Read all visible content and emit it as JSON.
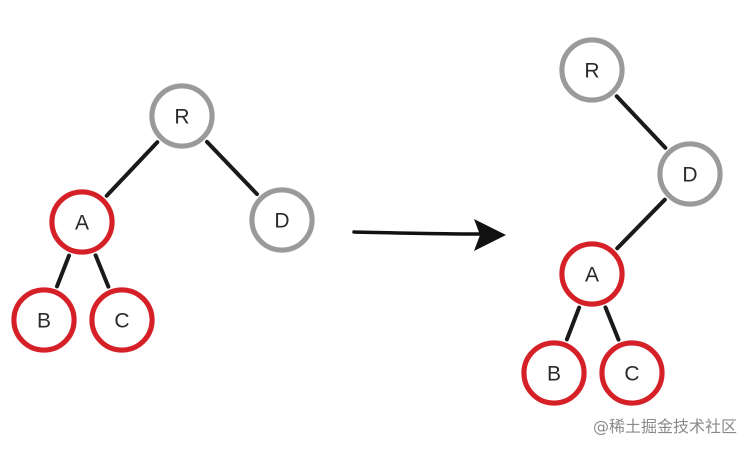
{
  "colors": {
    "gray_node_ring": "#9a9a9a",
    "red_node_ring": "#d42026",
    "edge": "#1a1a1a",
    "arrow": "#111111"
  },
  "trees": {
    "left": {
      "nodes": [
        {
          "id": "R",
          "label": "R",
          "style": "gray"
        },
        {
          "id": "A",
          "label": "A",
          "style": "red"
        },
        {
          "id": "D",
          "label": "D",
          "style": "gray"
        },
        {
          "id": "B",
          "label": "B",
          "style": "red"
        },
        {
          "id": "C",
          "label": "C",
          "style": "red"
        }
      ],
      "edges": [
        [
          "R",
          "A"
        ],
        [
          "R",
          "D"
        ],
        [
          "A",
          "B"
        ],
        [
          "A",
          "C"
        ]
      ]
    },
    "right": {
      "nodes": [
        {
          "id": "R",
          "label": "R",
          "style": "gray"
        },
        {
          "id": "D",
          "label": "D",
          "style": "gray"
        },
        {
          "id": "A",
          "label": "A",
          "style": "red"
        },
        {
          "id": "B",
          "label": "B",
          "style": "red"
        },
        {
          "id": "C",
          "label": "C",
          "style": "red"
        }
      ],
      "edges": [
        [
          "R",
          "D"
        ],
        [
          "D",
          "A"
        ],
        [
          "A",
          "B"
        ],
        [
          "A",
          "C"
        ]
      ]
    }
  },
  "watermark": "@稀土掘金技术社区"
}
